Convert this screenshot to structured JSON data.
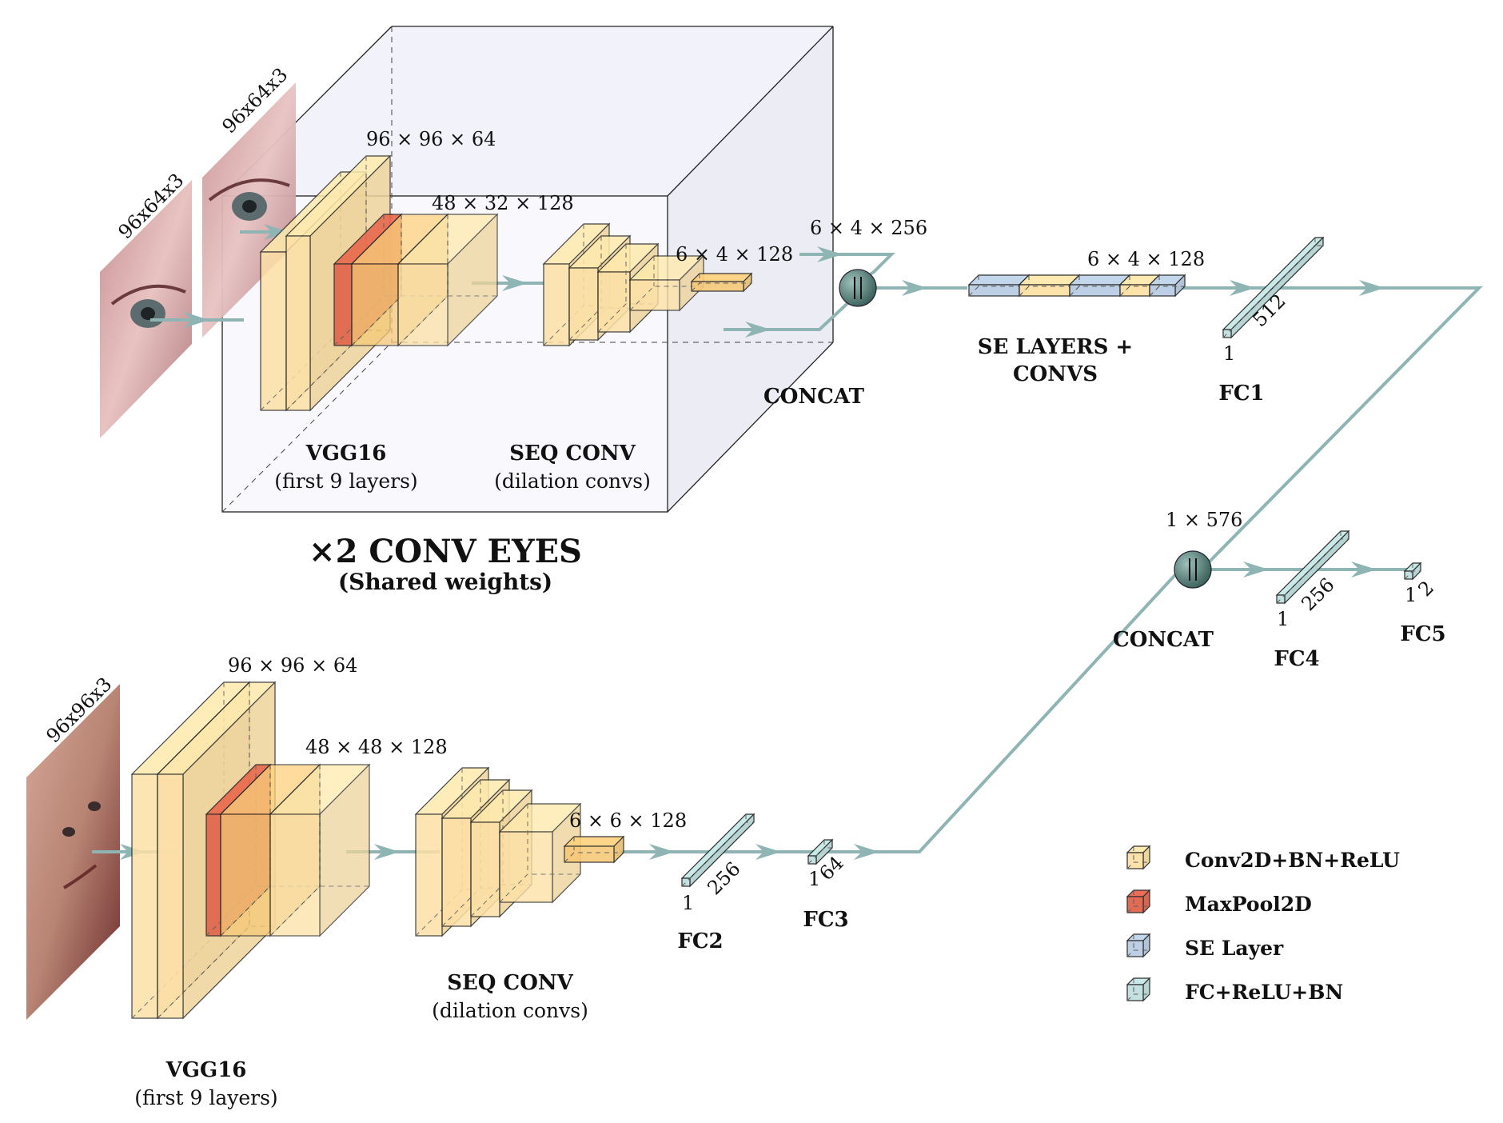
{
  "inputs": {
    "eye1": "96x64x3",
    "eye2": "96x64x3",
    "face": "96x96x3"
  },
  "eyes_branch": {
    "vgg_dim": "96 × 96 × 64",
    "pool_dim": "48 × 32 × 128",
    "seq_dim": "6 × 4 × 128",
    "concat_dim": "6 × 4 × 256",
    "vgg_title": "VGG16",
    "vgg_sub": "(first 9 layers)",
    "seq_title": "SEQ CONV",
    "seq_sub": "(dilation convs)",
    "box_title": "×2 CONV EYES",
    "box_sub": "(Shared weights)",
    "concat_label": "CONCAT"
  },
  "se_block": {
    "dim": "6 × 4 × 128",
    "label_line1": "SE LAYERS +",
    "label_line2": "CONVS"
  },
  "fc1": {
    "label": "FC1",
    "len": "512",
    "width": "1"
  },
  "face_branch": {
    "vgg_dim": "96 × 96 × 64",
    "pool_dim": "48 × 48 × 128",
    "seq_dim": "6 × 6 × 128",
    "vgg_title": "VGG16",
    "vgg_sub": "(first 9 layers)",
    "seq_title": "SEQ CONV",
    "seq_sub": "(dilation convs)"
  },
  "fc2": {
    "label": "FC2",
    "len": "256",
    "width": "1"
  },
  "fc3": {
    "label": "FC3",
    "len": "64",
    "width": "1"
  },
  "final_concat": {
    "dim": "1 × 576",
    "label": "CONCAT"
  },
  "fc4": {
    "label": "FC4",
    "len": "256",
    "width": "1"
  },
  "fc5": {
    "label": "FC5",
    "len": "2",
    "width": "1"
  },
  "legend": [
    {
      "label": "Conv2D+BN+ReLU",
      "color": "#fde1a6"
    },
    {
      "label": "MaxPool2D",
      "color": "#e0644a"
    },
    {
      "label": "SE Layer",
      "color": "#b9cde3"
    },
    {
      "label": "FC+ReLU+BN",
      "color": "#bfe0df"
    }
  ],
  "colors": {
    "conv": "#fde1a6",
    "conv_dark": "#f6c978",
    "pool": "#e0644a",
    "se": "#b9cde3",
    "fc": "#bfe0df",
    "connection": "#8fb4b4",
    "box_fill": "#eeeef8",
    "concat_node": "#4f7a73"
  }
}
